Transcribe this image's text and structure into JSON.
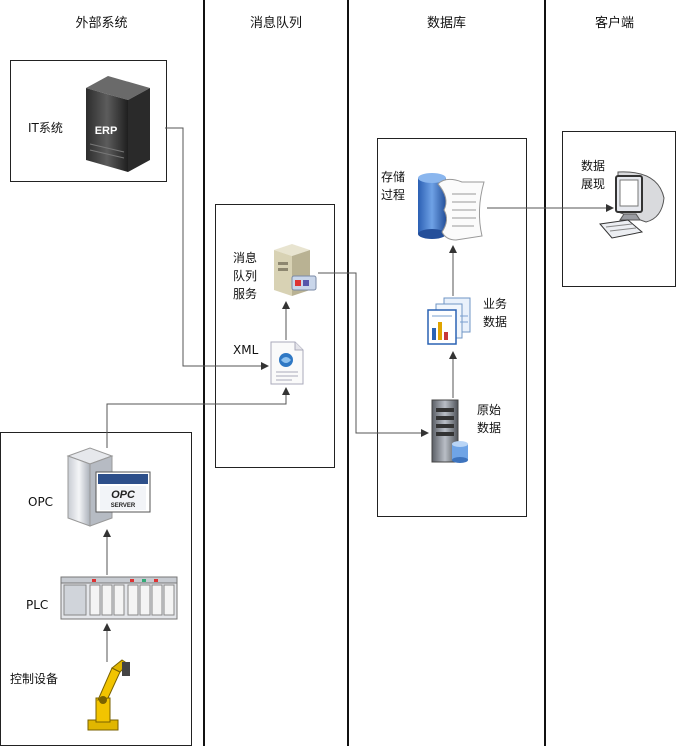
{
  "lanes": {
    "external": "外部系统",
    "mq": "消息队列",
    "db": "数据库",
    "client": "客户端"
  },
  "nodes": {
    "it_system": "IT系统",
    "erp": "ERP",
    "mq_service": [
      "消息",
      "队列",
      "服务"
    ],
    "xml": "XML",
    "stored_proc": [
      "存储",
      "过程"
    ],
    "business_data": [
      "业务",
      "数据"
    ],
    "raw_data": [
      "原始",
      "数据"
    ],
    "display": [
      "数据",
      "展现"
    ],
    "opc": "OPC",
    "opc_badge": "OPC",
    "opc_server": "SERVER",
    "plc": "PLC",
    "control_device": "控制设备"
  },
  "icons": [
    "server-icon",
    "queue-server-icon",
    "xml-document-icon",
    "stored-procedure-icon",
    "report-icon",
    "database-server-icon",
    "monitor-icon",
    "opc-server-icon",
    "plc-rack-icon",
    "robot-arm-icon"
  ]
}
